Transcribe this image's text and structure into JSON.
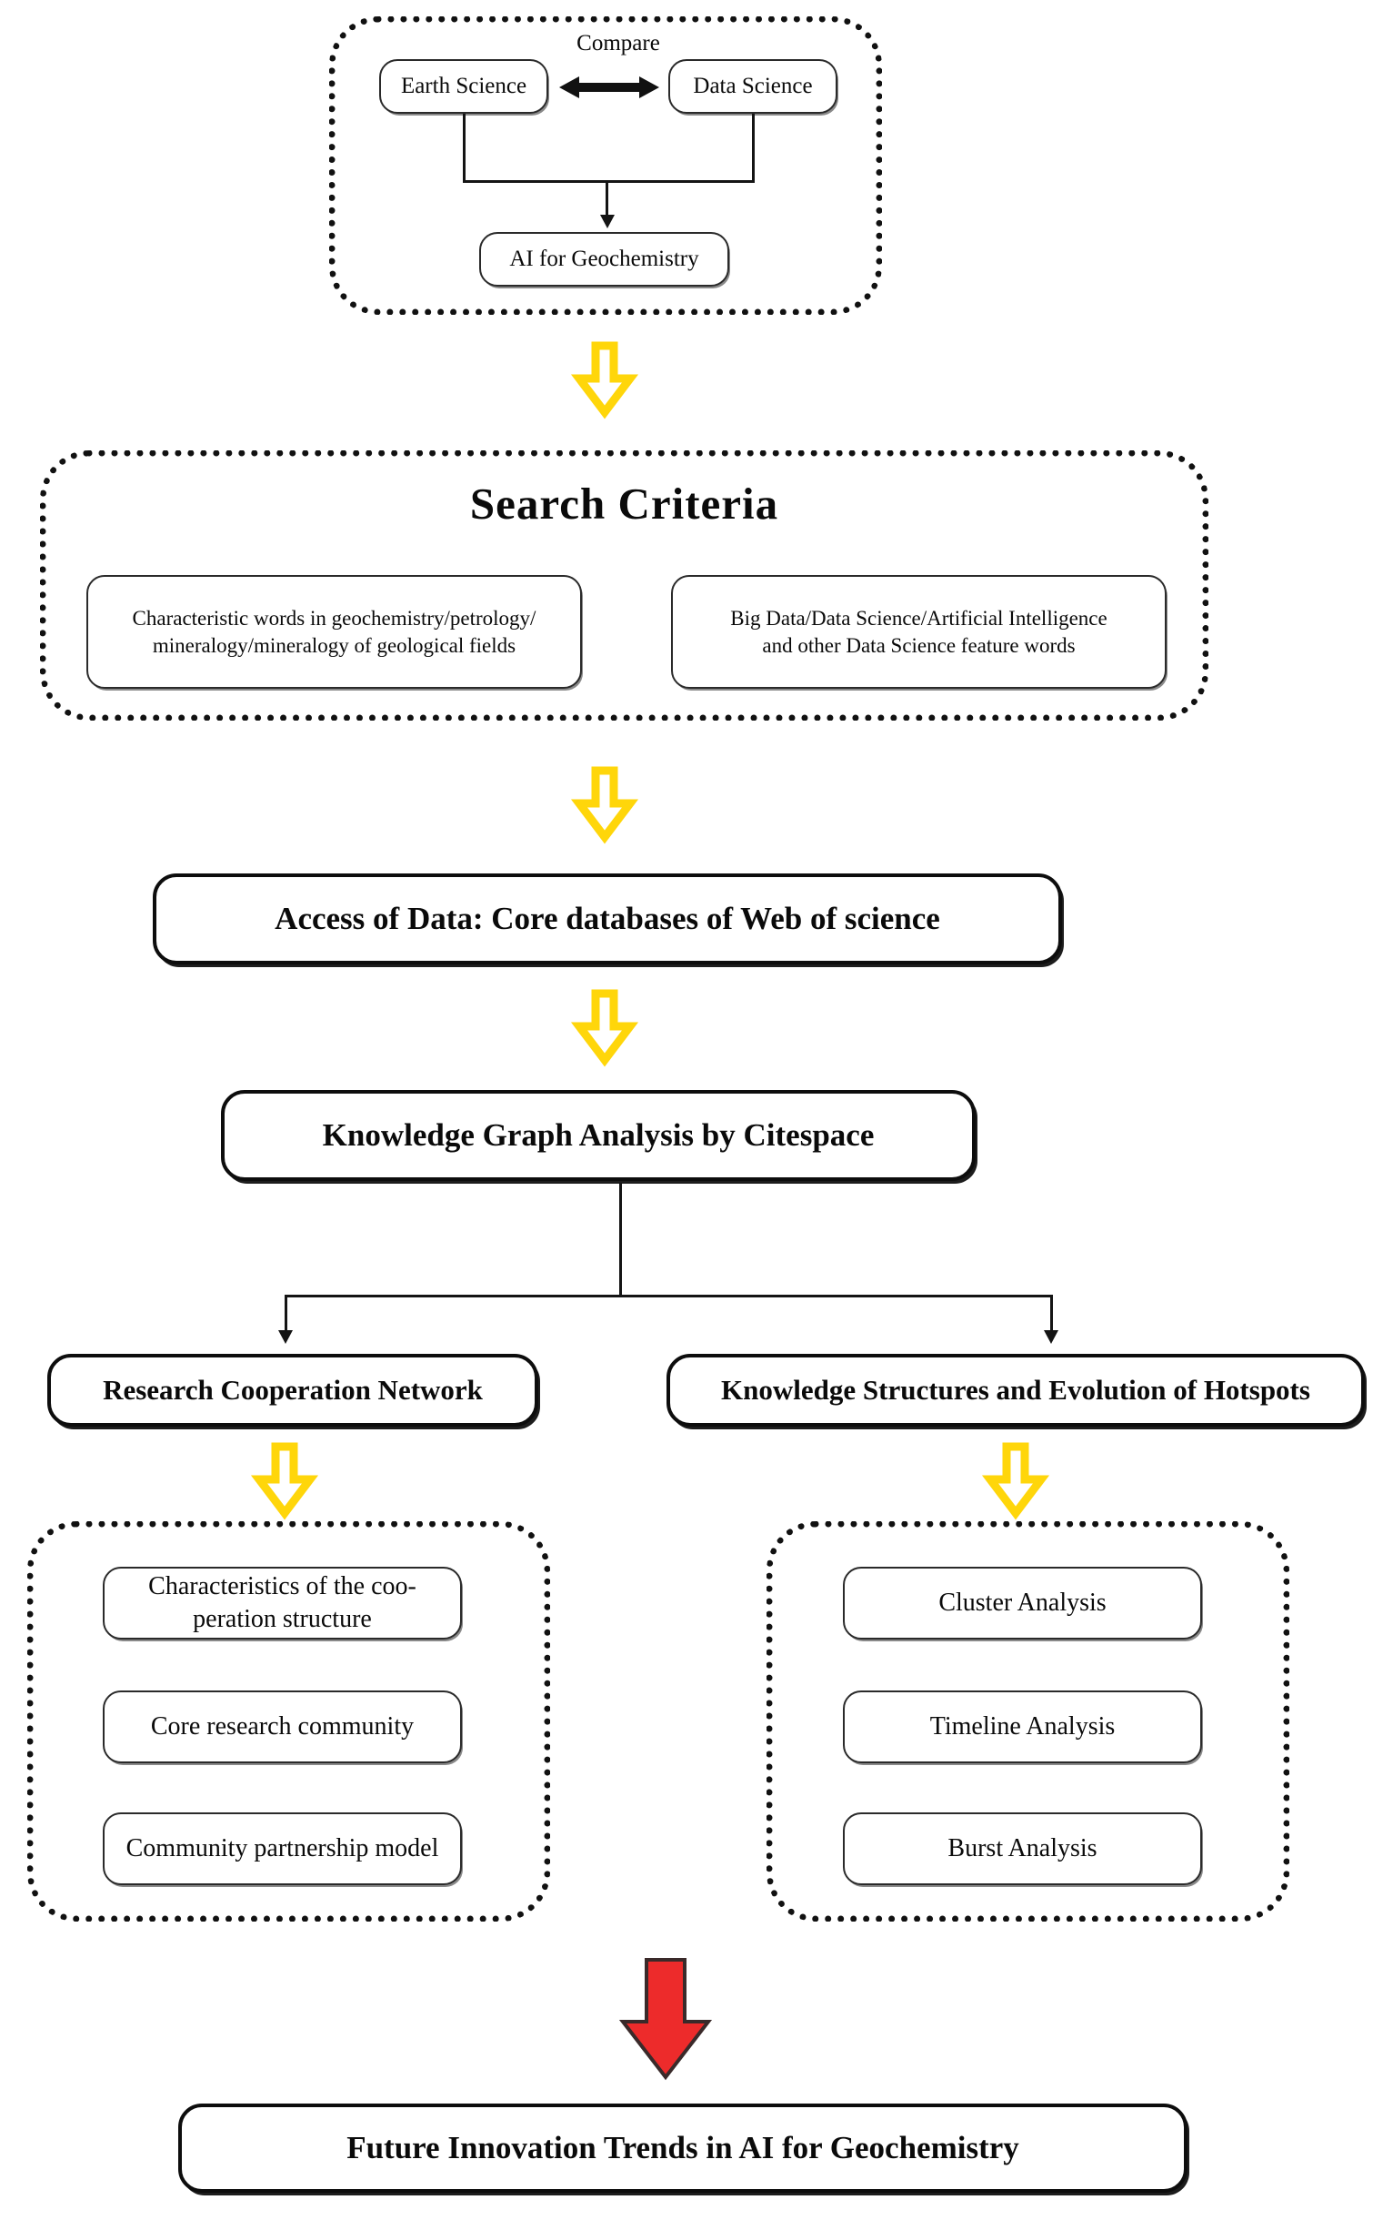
{
  "figure": {
    "type": "flowchart",
    "orientation": "top-to-bottom"
  },
  "top_group": {
    "name": "concept-comparison-group",
    "left_box": "Earth Science",
    "right_box": "Data Science",
    "relation_label": "Compare",
    "merged_box": "AI  for Geochemistry"
  },
  "search_criteria": {
    "title": "Search  Criteria",
    "criteria": [
      "Characteristic words in geochemistry/petrology/ mineralogy/mineralogy of geological fields",
      "Big Data/Data Science/Artificial Intelligence and other Data Science feature words"
    ],
    "criteria_lines": [
      [
        "Characteristic words in geochemistry/petrology/",
        "mineralogy/mineralogy of geological fields"
      ],
      [
        "Big Data/Data Science/Artificial Intelligence",
        "and other Data Science feature words"
      ]
    ]
  },
  "pipeline": {
    "access_of_data": "Access of Data: Core databases of Web of science",
    "analysis_tool": "Knowledge Graph Analysis by Citespace"
  },
  "branches": {
    "left": {
      "heading": "Research Cooperation Network",
      "items": [
        "Characteristics of the coo-peration structure",
        "Core research community",
        "Community partnership model"
      ],
      "item_lines": [
        [
          "Characteristics of the coo-",
          "peration structure"
        ],
        [
          "Core research community"
        ],
        [
          "Community partnership model"
        ]
      ]
    },
    "right": {
      "heading": "Knowledge Structures and Evolution of Hotspots",
      "items": [
        "Cluster Analysis",
        "Timeline Analysis",
        "Burst Analysis"
      ],
      "item_lines": [
        [
          "Cluster Analysis"
        ],
        [
          "Timeline Analysis"
        ],
        [
          "Burst Analysis"
        ]
      ]
    }
  },
  "conclusion": {
    "text": "Future Innovation Trends in AI for Geochemistry"
  },
  "icons": {
    "yellow_arrow": "block-arrow-down-yellow",
    "red_arrow": "block-arrow-down-red",
    "compare_arrow": "double-headed-arrow-horizontal"
  },
  "colors": {
    "yellow_arrow_stroke": "#FFD60A",
    "yellow_arrow_fill": "#FFFFFF",
    "red_arrow_fill": "#ED2B2B",
    "red_arrow_stroke": "#3A2A2A",
    "line": "#141414",
    "border": "#111111",
    "background": "#FFFFFF"
  }
}
